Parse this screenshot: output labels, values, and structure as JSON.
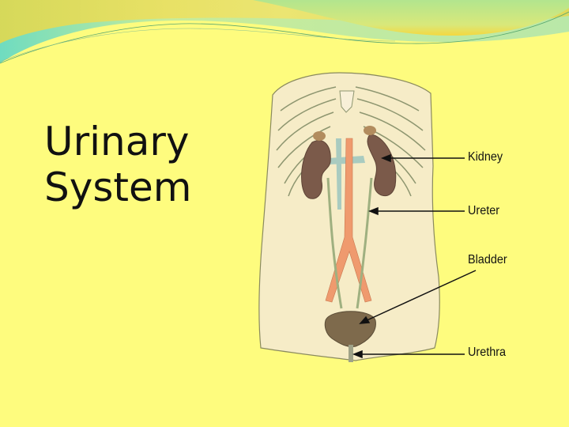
{
  "slide": {
    "title_lines": [
      "Urinary",
      "System"
    ],
    "background_color": "#fefc7e",
    "accent_colors": {
      "wave_green": "#b5e58a",
      "wave_teal": "#7fdcb6",
      "wave_gold": "#f0d84a"
    }
  },
  "diagram": {
    "labels": [
      {
        "id": "kidney",
        "text": "Kidney"
      },
      {
        "id": "ureter",
        "text": "Ureter"
      },
      {
        "id": "bladder",
        "text": "Bladder"
      },
      {
        "id": "urethra",
        "text": "Urethra"
      }
    ],
    "colors": {
      "body": "#f6ecc7",
      "kidney": "#7b5a4a",
      "bladder": "#7e6a4c",
      "artery": "#ef9a6e",
      "vein": "#a9cbc0",
      "outline": "#7f8a5a"
    }
  }
}
